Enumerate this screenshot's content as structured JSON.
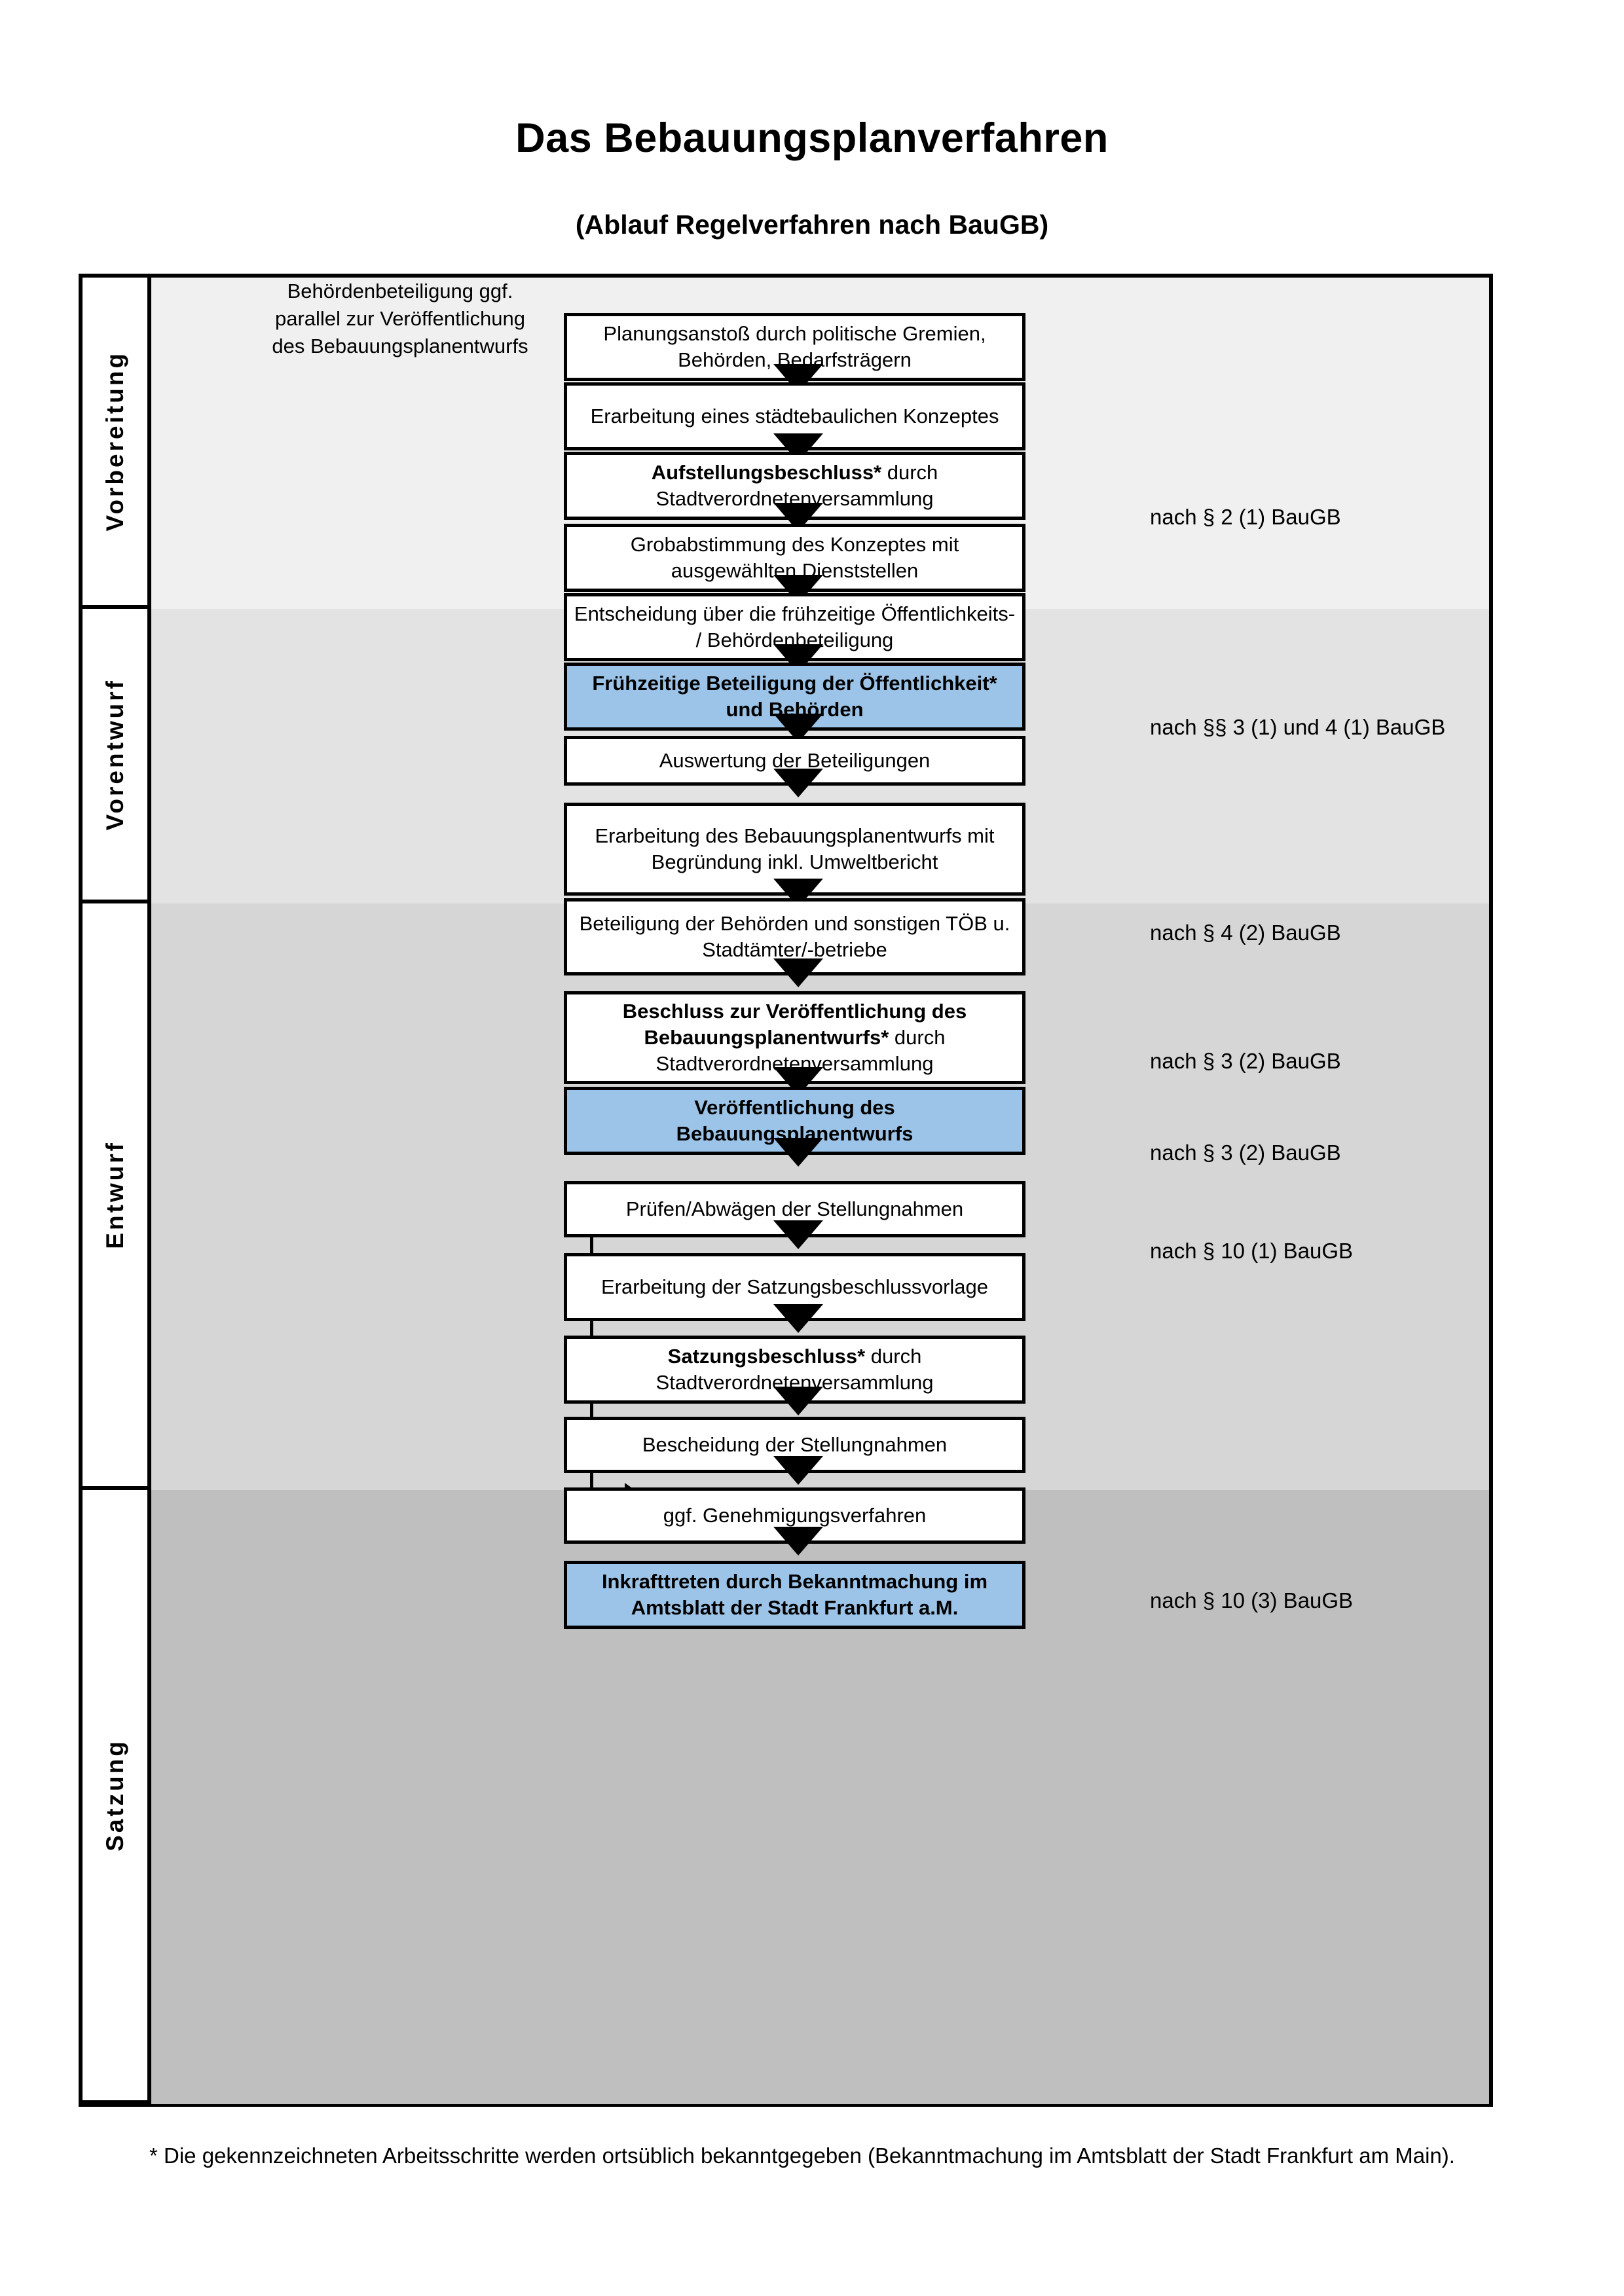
{
  "header": {
    "title": "Das Bebauungsplanverfahren",
    "subtitle": "(Ablauf Regelverfahren nach BauGB)"
  },
  "phases": [
    {
      "id": "vorbereitung",
      "label": "Vorbereitung",
      "background_color": "#F0F0F0"
    },
    {
      "id": "vorentwurf",
      "label": "Vorentwurf",
      "background_color": "#E3E3E3"
    },
    {
      "id": "entwurf",
      "label": "Entwurf",
      "background_color": "#D6D6D6"
    },
    {
      "id": "satzung",
      "label": "Satzung",
      "background_color": "#BFBFBF"
    }
  ],
  "nodes": [
    {
      "id": "n1",
      "phase": "vorbereitung",
      "bold_prefix": "",
      "text": "Planungsanstoß durch politische Gremien, Behörden, Bedarfsträgern",
      "highlight": false
    },
    {
      "id": "n2",
      "phase": "vorbereitung",
      "bold_prefix": "",
      "text": "Erarbeitung eines städtebaulichen Konzeptes",
      "highlight": false
    },
    {
      "id": "n3",
      "phase": "vorbereitung",
      "bold_prefix": "Aufstellungsbeschluss*",
      "text": " durch Stadtverordnetenversammlung",
      "highlight": false
    },
    {
      "id": "n4",
      "phase": "vorentwurf",
      "bold_prefix": "",
      "text": "Grobabstimmung des Konzeptes mit ausgewählten Dienststellen",
      "highlight": false
    },
    {
      "id": "n5",
      "phase": "vorentwurf",
      "bold_prefix": "",
      "text": "Entscheidung über die frühzeitige Öffentlichkeits- / Behördenbeteiligung",
      "highlight": false
    },
    {
      "id": "n6",
      "phase": "vorentwurf",
      "bold_prefix": "",
      "text": "Frühzeitige Beteiligung der Öffentlichkeit* und Behörden",
      "highlight": true
    },
    {
      "id": "n7",
      "phase": "entwurf",
      "bold_prefix": "",
      "text": "Auswertung der Beteiligungen",
      "highlight": false
    },
    {
      "id": "n8",
      "phase": "entwurf",
      "bold_prefix": "",
      "text": "Erarbeitung des Bebauungsplanentwurfs mit Begründung inkl. Umweltbericht",
      "highlight": false
    },
    {
      "id": "n9",
      "phase": "entwurf",
      "bold_prefix": "",
      "text": "Beteiligung der Behörden und sonstigen TÖB u. Stadtämter/-betriebe",
      "highlight": false
    },
    {
      "id": "n10",
      "phase": "entwurf",
      "bold_prefix": "Beschluss zur Veröffentlichung des Bebauungsplanentwurfs*",
      "text": " durch Stadtverordnetenversammlung",
      "highlight": false
    },
    {
      "id": "n11",
      "phase": "entwurf",
      "bold_prefix": "",
      "text": "Veröffentlichung des Bebauungsplanentwurfs",
      "highlight": true
    },
    {
      "id": "n12",
      "phase": "satzung",
      "bold_prefix": "",
      "text": "Prüfen/Abwägen der Stellungnahmen",
      "highlight": false
    },
    {
      "id": "n13",
      "phase": "satzung",
      "bold_prefix": "",
      "text": "Erarbeitung der Satzungsbeschlussvorlage",
      "highlight": false
    },
    {
      "id": "n14",
      "phase": "satzung",
      "bold_prefix": "Satzungsbeschluss*",
      "text": " durch Stadtverordnetenversammlung",
      "highlight": false
    },
    {
      "id": "n15",
      "phase": "satzung",
      "bold_prefix": "",
      "text": "Bescheidung der Stellungnahmen",
      "highlight": false
    },
    {
      "id": "n16",
      "phase": "satzung",
      "bold_prefix": "",
      "text": "ggf. Genehmigungsverfahren",
      "highlight": false
    },
    {
      "id": "n17",
      "phase": "satzung",
      "bold_prefix": "Inkrafttreten",
      "text": " durch Bekanntmachung im Amtsblatt der Stadt Frankfurt a.M.",
      "highlight": true
    }
  ],
  "law_refs": [
    {
      "id": "r1",
      "text": "nach § 2 (1) BauGB",
      "for_node": "n3"
    },
    {
      "id": "r2",
      "text": "nach §§ 3 (1) und 4 (1) BauGB",
      "for_node": "n6"
    },
    {
      "id": "r3",
      "text": "nach § 4 (2) BauGB",
      "for_node": "n9"
    },
    {
      "id": "r4",
      "text": "nach § 3 (2) BauGB",
      "for_node": "n10"
    },
    {
      "id": "r5",
      "text": "nach § 3 (2) BauGB",
      "for_node": "n11"
    },
    {
      "id": "r6",
      "text": "nach § 10 (1) BauGB",
      "for_node": "n14"
    },
    {
      "id": "r7",
      "text": "nach § 10 (3) BauGB",
      "for_node": "n17"
    }
  ],
  "side_note": {
    "text": "Behördenbeteiligung ggf. parallel zur Veröffentlichung des Bebauungsplanentwurfs"
  },
  "footnote": {
    "text": "* Die gekennzeichneten Arbeitsschritte werden ortsüblich bekanntgegeben (Bekanntmachung im Amtsblatt  der Stadt Frankfurt am Main)."
  },
  "colors": {
    "highlight_blue": "#9CC4E8",
    "border_black": "#000000",
    "page_white": "#FFFFFF"
  }
}
